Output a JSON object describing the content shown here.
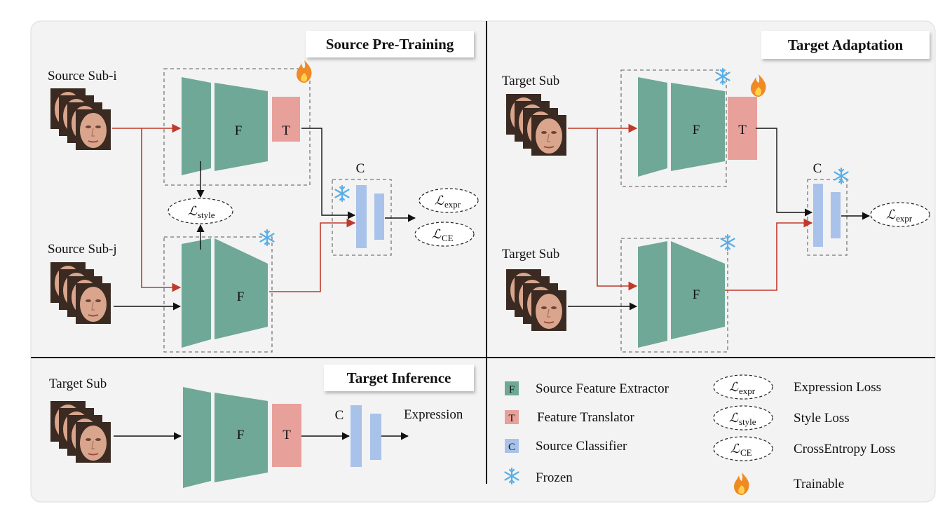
{
  "panels": {
    "source_pretraining": {
      "title": "Source Pre-Training",
      "sub_i": "Source Sub-i",
      "sub_j": "Source Sub-j"
    },
    "target_adaptation": {
      "title": "Target Adaptation",
      "sub_a": "Target Sub",
      "sub_b": "Target Sub"
    },
    "target_inference": {
      "title": "Target Inference",
      "sub": "Target Sub",
      "output": "Expression"
    }
  },
  "blocks": {
    "F": "F",
    "T": "T",
    "C": "C"
  },
  "losses": {
    "main": "ℒ",
    "expr_sub": "expr",
    "style_sub": "style",
    "ce_sub": "CE"
  },
  "legend": {
    "f": "Source Feature Extractor",
    "t": "Feature Translator",
    "c": "Source Classifier",
    "frozen": "Frozen",
    "expr": "Expression Loss",
    "style": "Style Loss",
    "ce": "CrossEntropy Loss",
    "trainable": "Trainable"
  },
  "colors": {
    "extractor": "#6fa896",
    "translator": "#e8a09b",
    "classifier": "#a9c2ea",
    "red_arrow": "#c0392b",
    "panel_bg": "#f3f3f3"
  },
  "icons": {
    "frozen": "snowflake-icon",
    "trainable": "flame-icon",
    "face": "face-stack-icon"
  }
}
